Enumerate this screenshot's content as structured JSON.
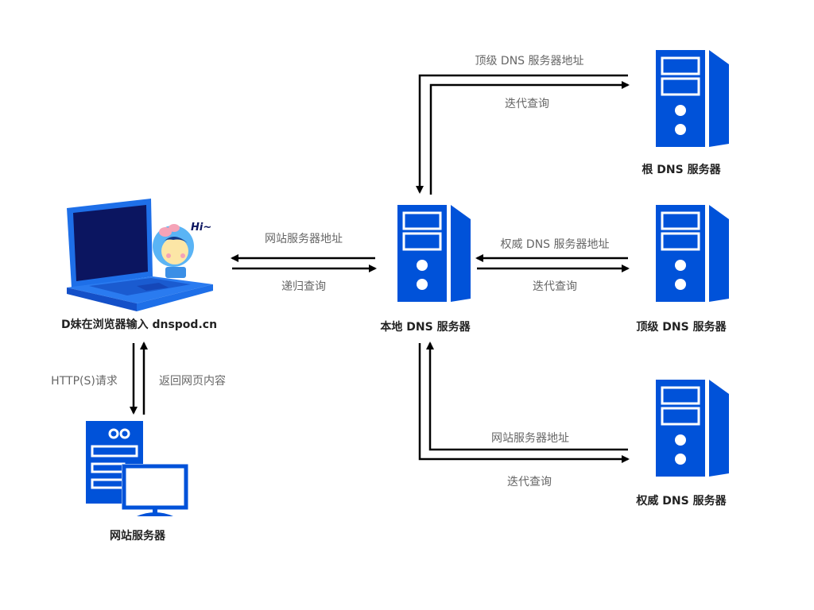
{
  "colors": {
    "server_blue": "#0052D9",
    "laptop_blue": "#1E6FE8",
    "screen_dark": "#0B1560",
    "arrow": "#000000",
    "label_gray": "#666666",
    "node_text": "#222222"
  },
  "nodes": {
    "client": "D妹在浏览器输入 dnspod.cn",
    "local_dns": "本地 DNS 服务器",
    "root_dns": "根 DNS 服务器",
    "tld_dns": "顶级 DNS 服务器",
    "auth_dns": "权威 DNS 服务器",
    "web_server": "网站服务器"
  },
  "mascot": {
    "greeting": "Hi~"
  },
  "edges": {
    "client_local_top": "网站服务器地址",
    "client_local_bottom": "递归查询",
    "local_root_top": "顶级 DNS 服务器地址",
    "local_root_bottom": "迭代查询",
    "local_tld_top": "权威 DNS 服务器地址",
    "local_tld_bottom": "迭代查询",
    "local_auth_top": "网站服务器地址",
    "local_auth_bottom": "迭代查询",
    "client_web_left": "HTTP(S)请求",
    "client_web_right": "返回网页内容"
  }
}
